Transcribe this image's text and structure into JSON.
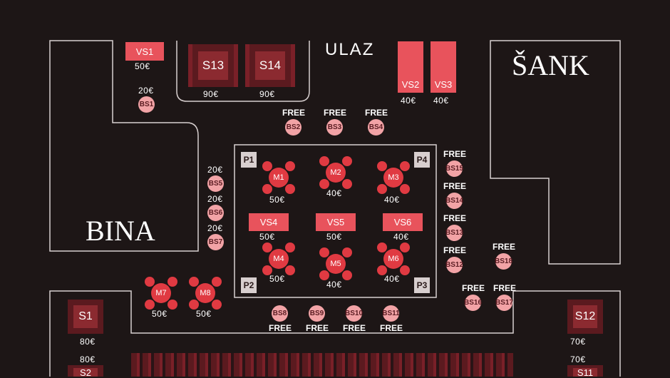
{
  "areas": {
    "entrance": "ULAZ",
    "bar": "ŠANK",
    "stage": "BINA"
  },
  "vip_standing": [
    {
      "id": "VS1",
      "price": "50€"
    },
    {
      "id": "VS2",
      "price": "40€"
    },
    {
      "id": "VS3",
      "price": "40€"
    },
    {
      "id": "VS4",
      "price": "50€"
    },
    {
      "id": "VS5",
      "price": "50€"
    },
    {
      "id": "VS6",
      "price": "40€"
    }
  ],
  "sofas": [
    {
      "id": "S13",
      "price": "90€"
    },
    {
      "id": "S14",
      "price": "90€"
    },
    {
      "id": "S1",
      "price": "80€"
    },
    {
      "id": "S2",
      "price": "80€"
    },
    {
      "id": "S12",
      "price": "70€"
    },
    {
      "id": "S11",
      "price": "70€"
    }
  ],
  "bar_stools": [
    {
      "id": "BS1",
      "price": "20€"
    },
    {
      "id": "BS2",
      "price": "FREE"
    },
    {
      "id": "BS3",
      "price": "FREE"
    },
    {
      "id": "BS4",
      "price": "FREE"
    },
    {
      "id": "BS5",
      "price": "20€"
    },
    {
      "id": "BS6",
      "price": "20€"
    },
    {
      "id": "BS7",
      "price": "20€"
    },
    {
      "id": "BS8",
      "price": "FREE"
    },
    {
      "id": "BS9",
      "price": "FREE"
    },
    {
      "id": "BS10",
      "price": "FREE"
    },
    {
      "id": "BS11",
      "price": "FREE"
    },
    {
      "id": "BS12",
      "price": "FREE"
    },
    {
      "id": "BS13",
      "price": "FREE"
    },
    {
      "id": "BS14",
      "price": "FREE"
    },
    {
      "id": "BS15",
      "price": "FREE"
    },
    {
      "id": "BS16",
      "price": "FREE"
    },
    {
      "id": "BS17",
      "price": "FREE"
    },
    {
      "id": "BS18",
      "price": "FREE"
    }
  ],
  "tables": [
    {
      "id": "M1",
      "price": "50€"
    },
    {
      "id": "M2",
      "price": "40€"
    },
    {
      "id": "M3",
      "price": "40€"
    },
    {
      "id": "M4",
      "price": "50€"
    },
    {
      "id": "M5",
      "price": "40€"
    },
    {
      "id": "M6",
      "price": "40€"
    },
    {
      "id": "M7",
      "price": "50€"
    },
    {
      "id": "M8",
      "price": "50€"
    }
  ],
  "pillars": [
    "P1",
    "P2",
    "P3",
    "P4"
  ],
  "colors": {
    "background": "#1d1616",
    "table_red": "#e03a42",
    "stool_pink": "#f2a3a6",
    "sofa_dark": "#5b1a1f",
    "vip_red": "#e8535c"
  }
}
